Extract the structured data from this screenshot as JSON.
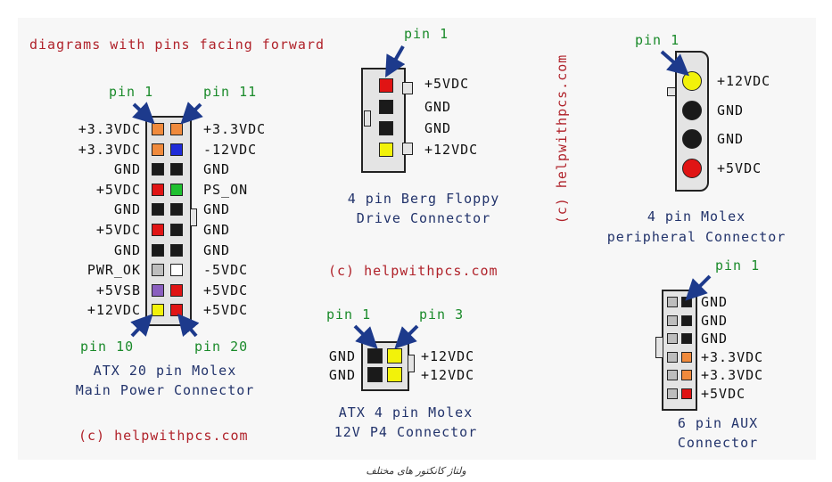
{
  "colors": {
    "orange": "#f08a3c",
    "blue": "#1f2bd8",
    "black": "#1a1a1a",
    "red": "#e01414",
    "green": "#1fc02f",
    "gray": "#bdbdbd",
    "white": "#ffffff",
    "purple": "#8a5fbf",
    "yellow": "#f2f20a",
    "arrow": "#1d3a8c"
  },
  "header": "diagrams with pins facing forward",
  "atx20": {
    "pin1": "pin 1",
    "pin11": "pin 11",
    "pin10": "pin 10",
    "pin20": "pin 20",
    "left": [
      "+3.3VDC",
      "+3.3VDC",
      "GND",
      "+5VDC",
      "GND",
      "+5VDC",
      "GND",
      "PWR_OK",
      "+5VSB",
      "+12VDC"
    ],
    "right": [
      "+3.3VDC",
      "-12VDC",
      "GND",
      "PS_ON",
      "GND",
      "GND",
      "GND",
      "-5VDC",
      "+5VDC",
      "+5VDC"
    ],
    "left_colors": [
      "orange",
      "orange",
      "black",
      "red",
      "black",
      "red",
      "black",
      "gray",
      "purple",
      "yellow"
    ],
    "right_colors": [
      "orange",
      "blue",
      "black",
      "green",
      "black",
      "black",
      "black",
      "white",
      "red",
      "red"
    ],
    "title1": "ATX 20 pin Molex",
    "title2": "Main Power Connector",
    "copyright": "(c) helpwithpcs.com"
  },
  "berg": {
    "pin1": "pin 1",
    "labels": [
      "+5VDC",
      "GND",
      "GND",
      "+12VDC"
    ],
    "colors": [
      "red",
      "black",
      "black",
      "yellow"
    ],
    "title1": "4 pin Berg Floppy",
    "title2": "Drive Connector",
    "copyright": "(c) helpwithpcs.com"
  },
  "vertical_copyright": "(c) helpwithpcs.com",
  "molex": {
    "pin1": "pin 1",
    "labels": [
      "+12VDC",
      "GND",
      "GND",
      "+5VDC"
    ],
    "colors": [
      "yellow",
      "black",
      "black",
      "red"
    ],
    "title1": "4 pin Molex",
    "title2": "peripheral Connector"
  },
  "p4": {
    "pin1": "pin 1",
    "pin3": "pin 3",
    "left": [
      "GND",
      "GND"
    ],
    "right": [
      "+12VDC",
      "+12VDC"
    ],
    "left_colors": [
      "black",
      "black"
    ],
    "right_colors": [
      "yellow",
      "yellow"
    ],
    "title1": "ATX 4 pin Molex",
    "title2": "12V P4 Connector"
  },
  "aux": {
    "pin1": "pin 1",
    "labels": [
      "GND",
      "GND",
      "GND",
      "+3.3VDC",
      "+3.3VDC",
      "+5VDC"
    ],
    "colors": [
      "black",
      "black",
      "black",
      "orange",
      "orange",
      "red"
    ],
    "title1": "6 pin AUX",
    "title2": "Connector"
  },
  "caption": "ولتاژ کانکتور های مختلف"
}
